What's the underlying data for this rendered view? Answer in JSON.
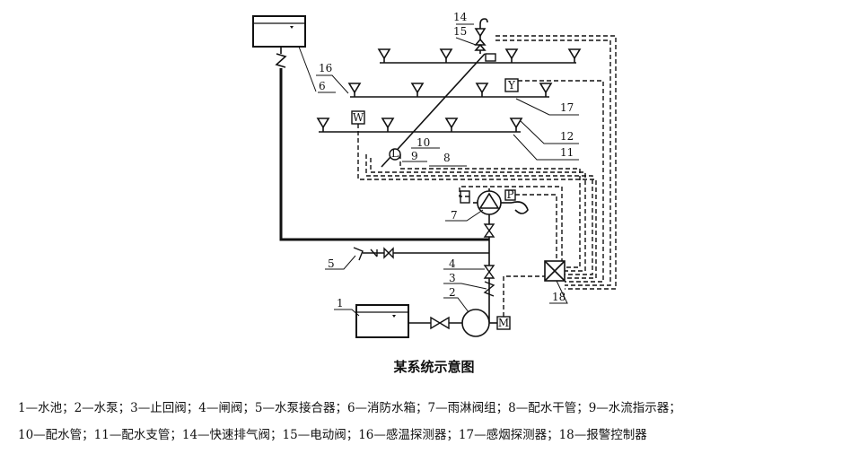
{
  "title": "某系统示意图",
  "numbers": {
    "n1": "1",
    "n2": "2",
    "n3": "3",
    "n4": "4",
    "n5": "5",
    "n6": "6",
    "n7": "7",
    "n8": "8",
    "n9": "9",
    "n10": "10",
    "n11": "11",
    "n12": "12",
    "n14": "14",
    "n15": "15",
    "n16": "16",
    "n17": "17",
    "n18": "18"
  },
  "box_letters": {
    "w": "W",
    "y": "Y",
    "l": "L",
    "m": "M",
    "p": "P"
  },
  "legend": {
    "line1": "1—水池；2—水泵；3—止回阀；4—闸阀；5—水泵接合器；6—消防水箱；7—雨淋阀组；8—配水干管；9—水流指示器；",
    "line2": "10—配水管；11—配水支管；14—快速排气阀；15—电动阀；16—感温探测器；17—感烟探测器；18—报警控制器"
  }
}
